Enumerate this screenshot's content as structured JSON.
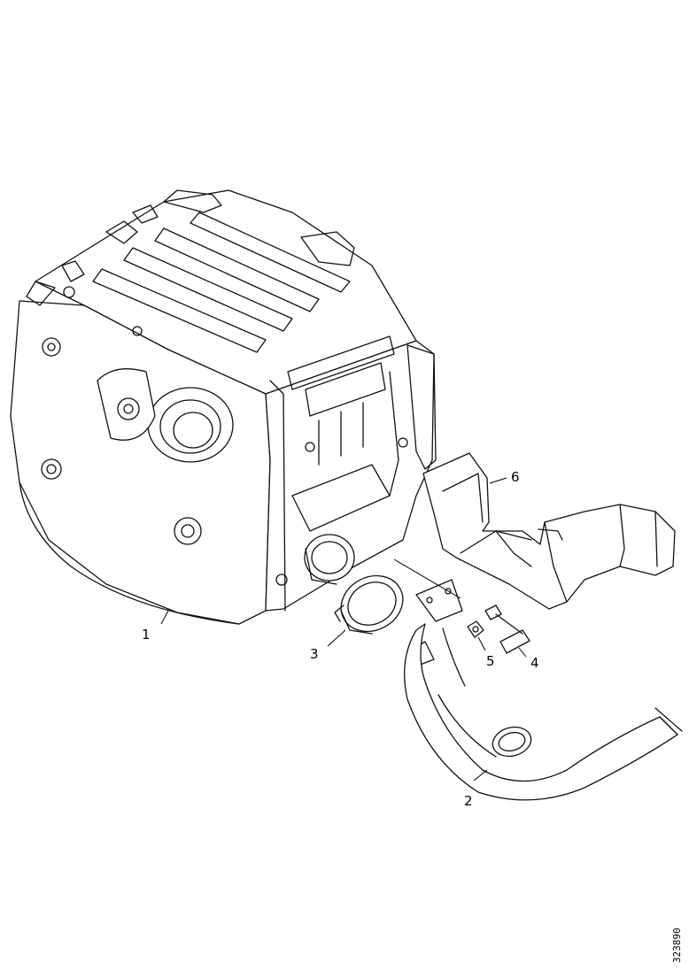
{
  "callouts": [
    {
      "id": "1",
      "label": "1",
      "part": "muffler-assembly"
    },
    {
      "id": "2",
      "label": "2",
      "part": "exhaust-pipe"
    },
    {
      "id": "3",
      "label": "3",
      "part": "v-clamp"
    },
    {
      "id": "4",
      "label": "4",
      "part": "bolt"
    },
    {
      "id": "5",
      "label": "5",
      "part": "nut"
    },
    {
      "id": "6",
      "label": "6",
      "part": "heat-shield"
    }
  ],
  "reference_code": "323890"
}
